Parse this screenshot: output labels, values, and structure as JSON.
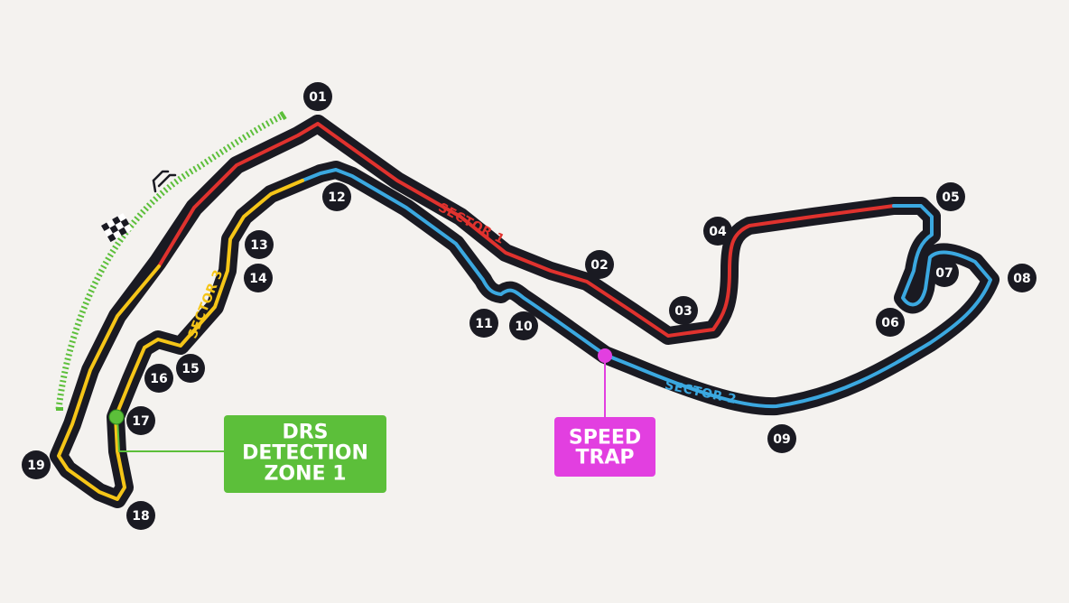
{
  "colors": {
    "background": "#f4f2ef",
    "track": "#1a1a22",
    "sector1": "#e0322e",
    "sector2": "#3ba8e0",
    "sector3": "#f5c518",
    "drs": "#5cbf3a",
    "speed_trap": "#e23fe0"
  },
  "sectors": {
    "sector1": "SECTOR 1",
    "sector2": "SECTOR 2",
    "sector3": "SECTOR 3"
  },
  "corners": [
    "01",
    "02",
    "03",
    "04",
    "05",
    "06",
    "07",
    "08",
    "09",
    "10",
    "11",
    "12",
    "13",
    "14",
    "15",
    "16",
    "17",
    "18",
    "19"
  ],
  "drs_box": {
    "lines": [
      "DRS",
      "DETECTION",
      "ZONE 1"
    ]
  },
  "speed_trap_box": {
    "lines": [
      "SPEED",
      "TRAP"
    ]
  },
  "icons": {
    "start": "checkered-flag-icon",
    "direction": "direction-arrows-icon"
  }
}
